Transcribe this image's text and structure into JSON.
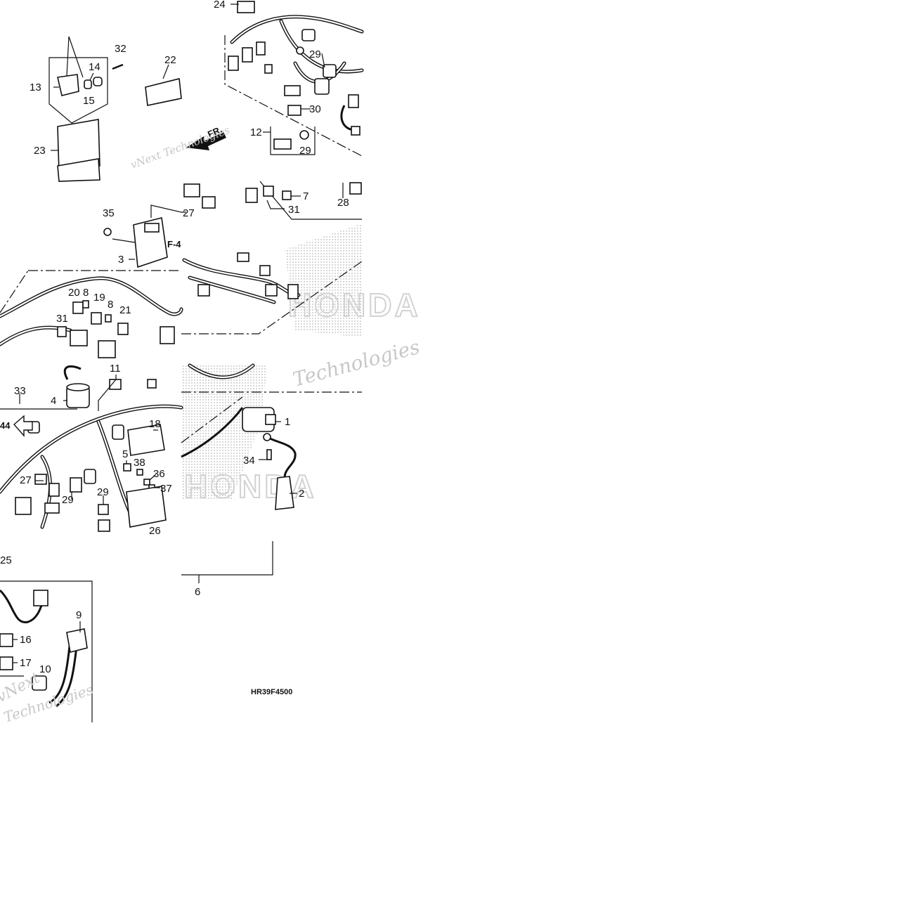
{
  "diagram": {
    "drawing_code": "HR39F4500",
    "direction_marker": "FR.",
    "section_ref": "F-4",
    "section_ref_arrow": "44",
    "brand_mark": "HONDA",
    "watermarks": [
      "vNext Technologies",
      "Technologies",
      "vNext",
      "Technologies"
    ],
    "callouts": [
      "1",
      "2",
      "3",
      "4",
      "5",
      "6",
      "7",
      "8",
      "8",
      "9",
      "10",
      "11",
      "12",
      "13",
      "14",
      "15",
      "16",
      "17",
      "18",
      "19",
      "20",
      "21",
      "22",
      "23",
      "24",
      "25",
      "26",
      "27",
      "27",
      "28",
      "29",
      "29",
      "29",
      "29",
      "30",
      "31",
      "31",
      "32",
      "33",
      "34",
      "35",
      "36",
      "37",
      "38"
    ]
  },
  "colors": {
    "ink": "#111111",
    "watermark": "#c8c8c8",
    "background": "#ffffff"
  }
}
